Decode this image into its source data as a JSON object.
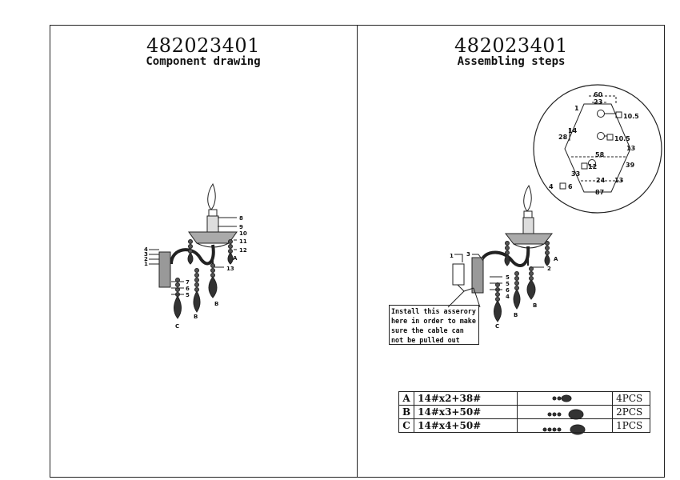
{
  "left_panel": {
    "code": "482023401",
    "subtitle": "Component drawing",
    "part_numbers": [
      "1",
      "2",
      "3",
      "4",
      "5",
      "6",
      "7",
      "8",
      "9",
      "10",
      "11",
      "12",
      "13"
    ],
    "letters": [
      "A",
      "B",
      "C"
    ]
  },
  "right_panel": {
    "code": "482023401",
    "subtitle": "Assembling steps",
    "callouts": [
      "1",
      "3",
      "2",
      "4",
      "5",
      "6",
      "A",
      "B",
      "C"
    ],
    "detail_dims": [
      "60",
      "23",
      "1",
      "10.5",
      "14",
      "28",
      "10.5",
      "13",
      "58",
      "12",
      "39",
      "33",
      "24",
      "13",
      "4",
      "6",
      "87"
    ],
    "note_lines": [
      "Install this asserory",
      "here in order to make",
      "sure the cable can",
      "not be pulled out"
    ],
    "table": [
      {
        "key": "A",
        "spec": "14#x2+38#",
        "qty": "4PCS"
      },
      {
        "key": "B",
        "spec": "14#x3+50#",
        "qty": "2PCS"
      },
      {
        "key": "C",
        "spec": "14#x4+50#",
        "qty": "1PCS"
      }
    ]
  }
}
